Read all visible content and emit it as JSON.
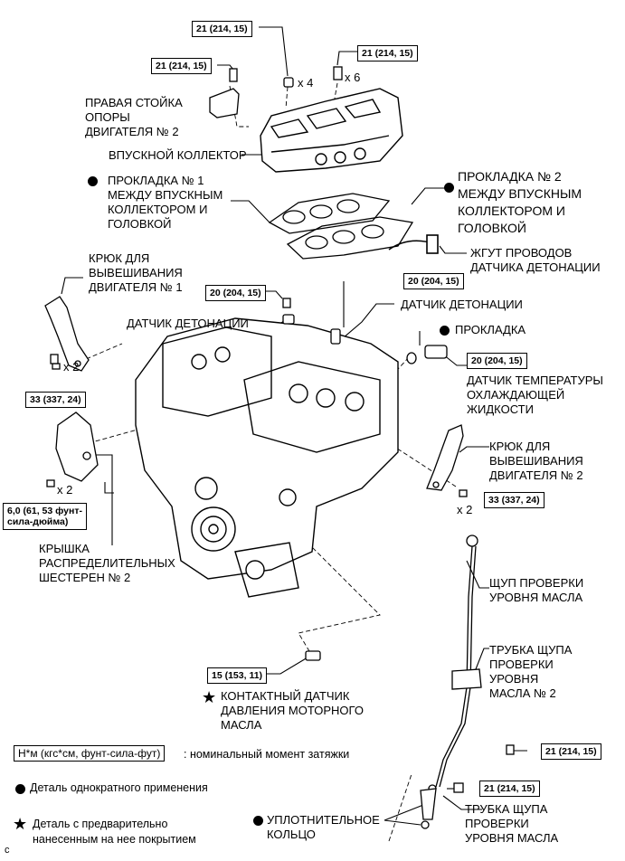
{
  "torque": {
    "t1": "21 (214, 15)",
    "t2": "21 (214, 15)",
    "t3": "21 (214, 15)",
    "t4": "20 (204, 15)",
    "t5": "20 (204, 15)",
    "t6": "20 (204, 15)",
    "t7": "33 (337, 24)",
    "t8": "33 (337, 24)",
    "t9": "6,0 (61, 53 фунт-\nсила-дюйма)",
    "t10": "15 (153, 11)",
    "t11": "21 (214, 15)",
    "t12": "21 (214, 15)"
  },
  "qty": {
    "q4": "x 4",
    "q6": "x 6",
    "q2a": "x 2",
    "q2b": "x 2",
    "q2c": "x 2"
  },
  "labels": {
    "right_mount": "ПРАВАЯ СТОЙКА\nОПОРЫ\nДВИГАТЕЛЯ № 2",
    "intake": "ВПУСКНОЙ КОЛЛЕКТОР",
    "gasket1": "ПРОКЛАДКА № 1\nМЕЖДУ ВПУСКНЫМ\nКОЛЛЕКТОРОМ И\nГОЛОВКОЙ",
    "gasket2": "ПРОКЛАДКА № 2\nМЕЖДУ ВПУСКНЫМ\nКОЛЛЕКТОРОМ И\nГОЛОВКОЙ",
    "harness": "ЖГУТ ПРОВОДОВ\nДАТЧИКА ДЕТОНАЦИИ",
    "hook1": "КРЮК ДЛЯ\nВЫВЕШИВАНИЯ\nДВИГАТЕЛЯ № 1",
    "knock_left": "ДАТЧИК ДЕТОНАЦИИ",
    "knock_right": "ДАТЧИК ДЕТОНАЦИИ",
    "gasket": "ПРОКЛАДКА",
    "coolant_sensor": "ДАТЧИК ТЕМПЕРАТУРЫ\nОХЛАЖДАЮЩЕЙ\nЖИДКОСТИ",
    "hook2": "КРЮК ДЛЯ\nВЫВЕШИВАНИЯ\nДВИГАТЕЛЯ № 2",
    "timing_cover": "КРЫШКА\nРАСПРЕДЕЛИТЕЛЬНЫХ\nШЕСТЕРЕН № 2",
    "dipstick": "ЩУП ПРОВЕРКИ\nУРОВНЯ МАСЛА",
    "dipstick_tube2": "ТРУБКА ЩУПА\nПРОВЕРКИ\nУРОВНЯ\nМАСЛА № 2",
    "oil_switch": "КОНТАКТНЫЙ ДАТЧИК\nДАВЛЕНИЯ МОТОРНОГО\nМАСЛА",
    "oring": "УПЛОТНИТЕЛЬНОЕ\nКОЛЬЦО",
    "dipstick_tube": "ТРУБКА ЩУПА\nПРОВЕРКИ\nУРОВНЯ МАСЛА"
  },
  "legend": {
    "units_box": "Н*м (кгс*см, фунт-сила-фут)",
    "units_text": ": номинальный момент затяжки",
    "non_reusable": "Деталь однократного применения",
    "precoated": "Деталь с предварительно\nнанесенным на нее покрытием"
  },
  "corner_mark": "c"
}
